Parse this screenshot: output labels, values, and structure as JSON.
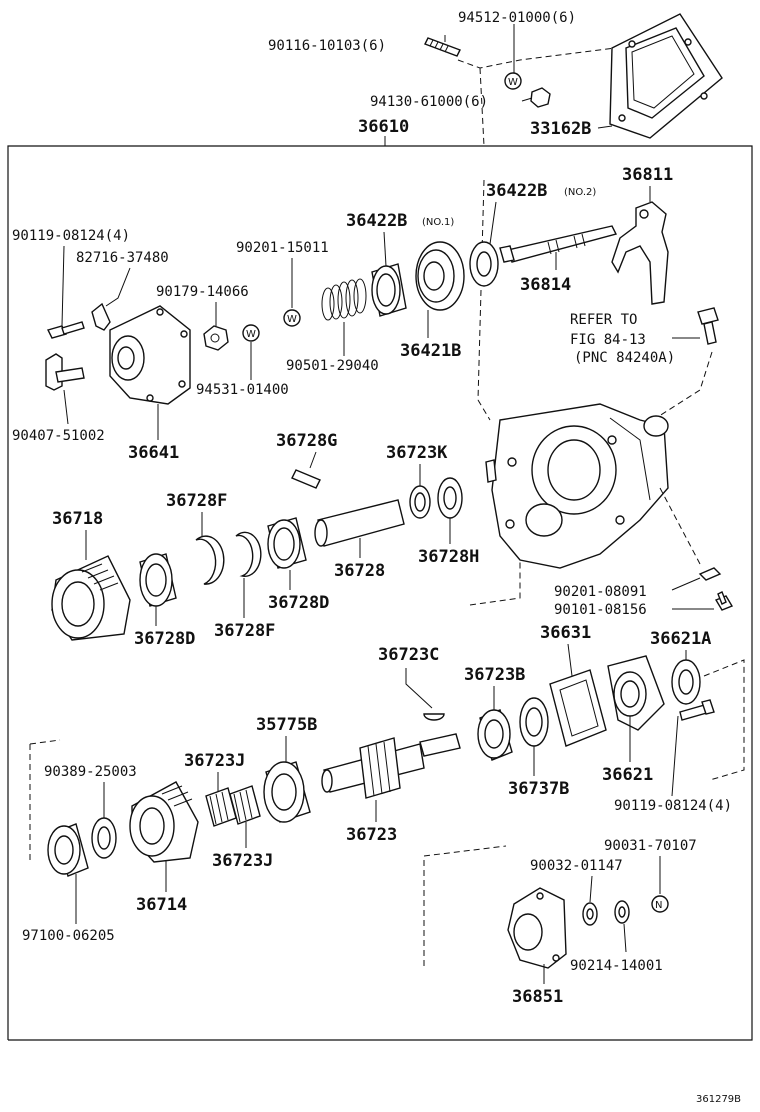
{
  "diagram": {
    "labels": {
      "p94512": "94512-01000(6)",
      "p90116": "90116-10103(6)",
      "p94130": "94130-61000(6)",
      "p36610": "36610",
      "p33162B": "33162B",
      "p36811": "36811",
      "p36422B_no2": "36422B",
      "no2": "(NO.2)",
      "p36422B_no1": "36422B",
      "no1": "(NO.1)",
      "p90119_top": "90119-08124(4)",
      "p82716": "82716-37480",
      "p90201_15011": "90201-15011",
      "p36814": "36814",
      "p90179": "90179-14066",
      "p90501": "90501-29040",
      "p36421B": "36421B",
      "p94531": "94531-01400",
      "p90407": "90407-51002",
      "p36641": "36641",
      "refer1": "REFER TO",
      "refer2": "FIG 84-13",
      "refer3": "(PNC 84240A)",
      "p36728G": "36728G",
      "p36723K": "36723K",
      "p36718": "36718",
      "p36728F_top": "36728F",
      "p36728": "36728",
      "p36728H": "36728H",
      "p36728D_right": "36728D",
      "p36728D_left": "36728D",
      "p36728F_bottom": "36728F",
      "p90201_08091": "90201-08091",
      "p90101": "90101-08156",
      "p36631": "36631",
      "p36621A": "36621A",
      "p36723C": "36723C",
      "p36723B": "36723B",
      "p35775B": "35775B",
      "p36723J_top": "36723J",
      "p90389": "90389-25003",
      "p36737B": "36737B",
      "p36621": "36621",
      "p90119_bottom": "90119-08124(4)",
      "p36723": "36723",
      "p36723J_bottom": "36723J",
      "p90031": "90031-70107",
      "p90032": "90032-01147",
      "p36714": "36714",
      "p97100": "97100-06205",
      "p90214": "90214-14001",
      "p36851": "36851",
      "fig": "361279B",
      "mark_w": "W",
      "mark_n": "N"
    }
  }
}
